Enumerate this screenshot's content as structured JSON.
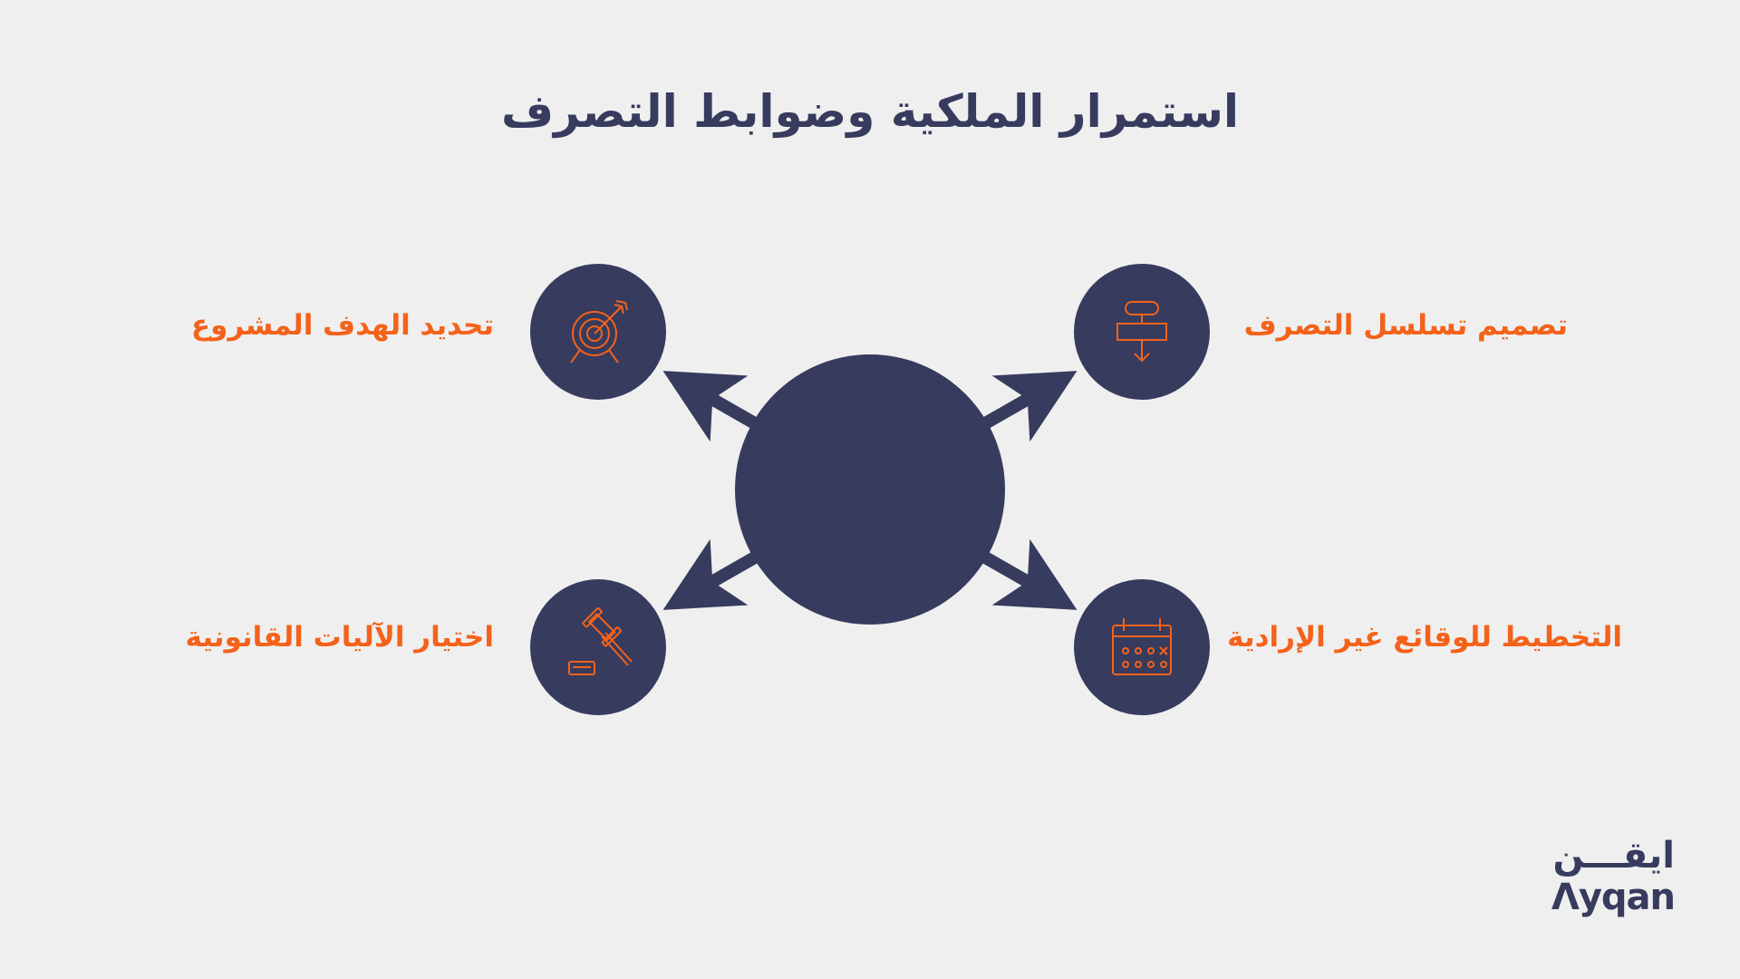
{
  "title": "استمرار الملكية وضوابط التصرف",
  "items": [
    {
      "label": "تحديد الهدف المشروع",
      "icon": "target-arrow-icon"
    },
    {
      "label": "تصميم تسلسل التصرف",
      "icon": "flowchart-icon"
    },
    {
      "label": "اختيار الآليات القانونية",
      "icon": "gavel-icon"
    },
    {
      "label": "التخطيط للوقائع غير الإرادية",
      "icon": "calendar-icon"
    }
  ],
  "logo": {
    "arabic": "ايقـــن",
    "latin": "Λyqan"
  },
  "colors": {
    "background": "#efefef",
    "navy": "#373b5e",
    "accent": "#f4621a"
  }
}
